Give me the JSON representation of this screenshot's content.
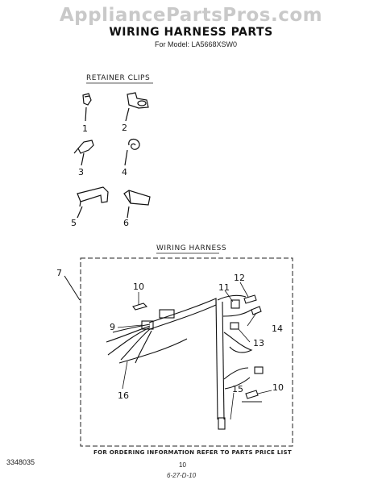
{
  "watermark": "AppliancePartsPros.com",
  "title": "WIRING HARNESS PARTS",
  "model_line": "For Model: LA5668XSW0",
  "sections": {
    "retainer_clips": "RETAINER CLIPS",
    "wiring_harness": "WIRING HARNESS"
  },
  "callouts": {
    "c1": "1",
    "c2": "2",
    "c3": "3",
    "c4": "4",
    "c5": "5",
    "c6": "6",
    "c7": "7",
    "c9": "9",
    "c10a": "10",
    "c10b": "10",
    "c11": "11",
    "c12": "12",
    "c13": "13",
    "c14": "14",
    "c15": "15",
    "c16": "16"
  },
  "footer_note": "FOR ORDERING INFORMATION REFER TO PARTS PRICE LIST",
  "part_number": "3348035",
  "page_number": "10",
  "date_code": "6-27-D-10"
}
